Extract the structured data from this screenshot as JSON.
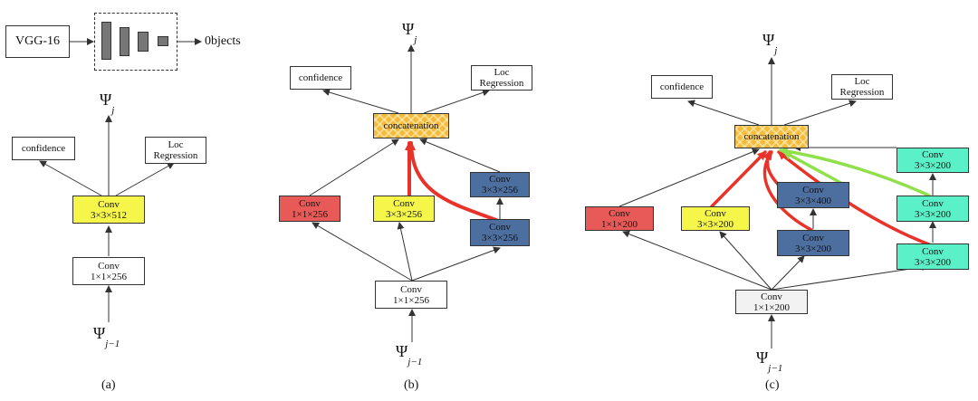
{
  "top": {
    "backbone": "VGG-16",
    "output": "0bjects"
  },
  "panel_a": {
    "caption": "(a)",
    "psi_top": "Ψ",
    "psi_top_sub": "j",
    "psi_bottom": "Ψ",
    "psi_bottom_sub": "j−1",
    "confidence": "confidence",
    "loc": [
      "Loc",
      "Regression"
    ],
    "conv_mid": [
      "Conv",
      "3×3×512"
    ],
    "conv_low": [
      "Conv",
      "1×1×256"
    ]
  },
  "panel_b": {
    "caption": "(b)",
    "psi_top": "Ψ",
    "psi_top_sub": "j",
    "psi_bottom": "Ψ",
    "psi_bottom_sub": "j−1",
    "confidence": "confidence",
    "loc": [
      "Loc",
      "Regression"
    ],
    "concat": "concatenation",
    "conv_red": [
      "Conv",
      "1×1×256"
    ],
    "conv_yellow": [
      "Conv",
      "3×3×256"
    ],
    "conv_blue_top": [
      "Conv",
      "3×3×256"
    ],
    "conv_blue_bottom": [
      "Conv",
      "3×3×256"
    ],
    "conv_base": [
      "Conv",
      "1×1×256"
    ]
  },
  "panel_c": {
    "caption": "(c)",
    "psi_top": "Ψ",
    "psi_top_sub": "j",
    "psi_bottom": "Ψ",
    "psi_bottom_sub": "j−1",
    "confidence": "confidence",
    "loc": [
      "Loc",
      "Regression"
    ],
    "concat": "concatenation",
    "conv_red": [
      "Conv",
      "1×1×200"
    ],
    "conv_yellow": [
      "Conv",
      "3×3×200"
    ],
    "conv_blue_top": [
      "Conv",
      "3×3×400"
    ],
    "conv_blue_bottom": [
      "Conv",
      "3×3×200"
    ],
    "conv_teal_top": [
      "Conv",
      "3×3×200"
    ],
    "conv_teal_mid": [
      "Conv",
      "3×3×200"
    ],
    "conv_teal_bottom": [
      "Conv",
      "3×3×200"
    ],
    "conv_base": [
      "Conv",
      "1×1×200"
    ]
  },
  "colors": {
    "line": "#333333",
    "skip_red": "#e8332a",
    "skip_green": "#8fe04a",
    "conv_yellow": "#f6f64a",
    "conv_red": "#e85a57",
    "conv_blue": "#4d6fa0",
    "conv_teal": "#5af0c8",
    "concat": "#f2bb3a"
  }
}
